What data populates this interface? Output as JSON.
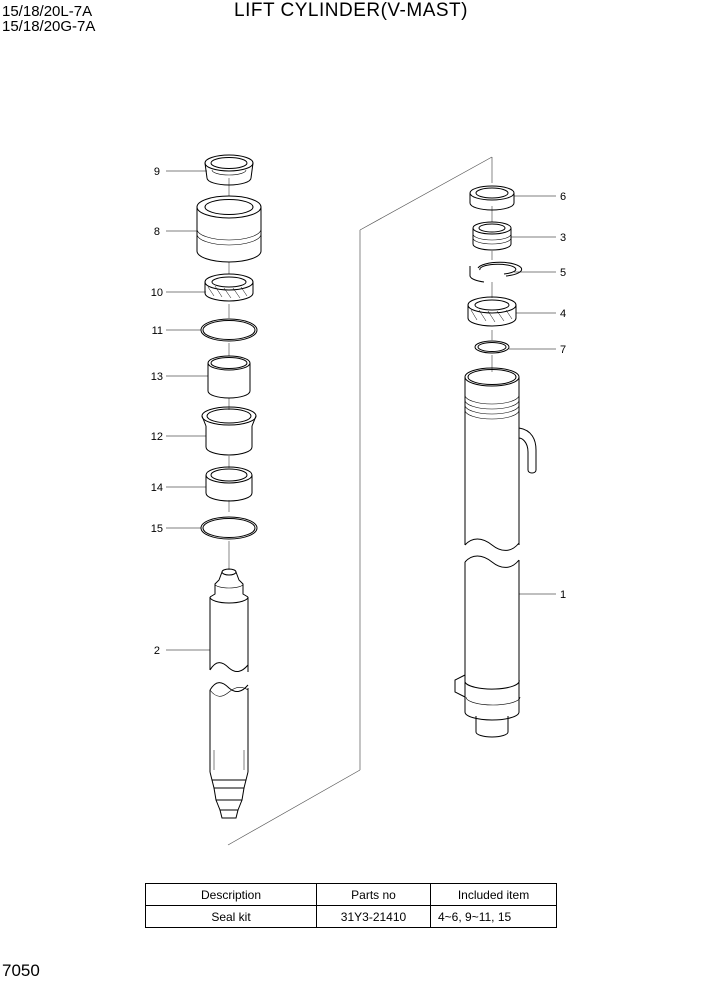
{
  "header": {
    "model_line1": "15/18/20L-7A",
    "model_line2": "15/18/20G-7A",
    "title": "LIFT CYLINDER(V-MAST)"
  },
  "callouts": {
    "c1": "1",
    "c2": "2",
    "c3": "3",
    "c4": "4",
    "c5": "5",
    "c6": "6",
    "c7": "7",
    "c8": "8",
    "c9": "9",
    "c10": "10",
    "c11": "11",
    "c12": "12",
    "c13": "13",
    "c14": "14",
    "c15": "15"
  },
  "table": {
    "headers": [
      "Description",
      "Parts no",
      "Included item"
    ],
    "rows": [
      [
        "Seal kit",
        "31Y3-21410",
        "4~6, 9~11, 15"
      ]
    ]
  },
  "footer": {
    "page_number": "7050"
  }
}
